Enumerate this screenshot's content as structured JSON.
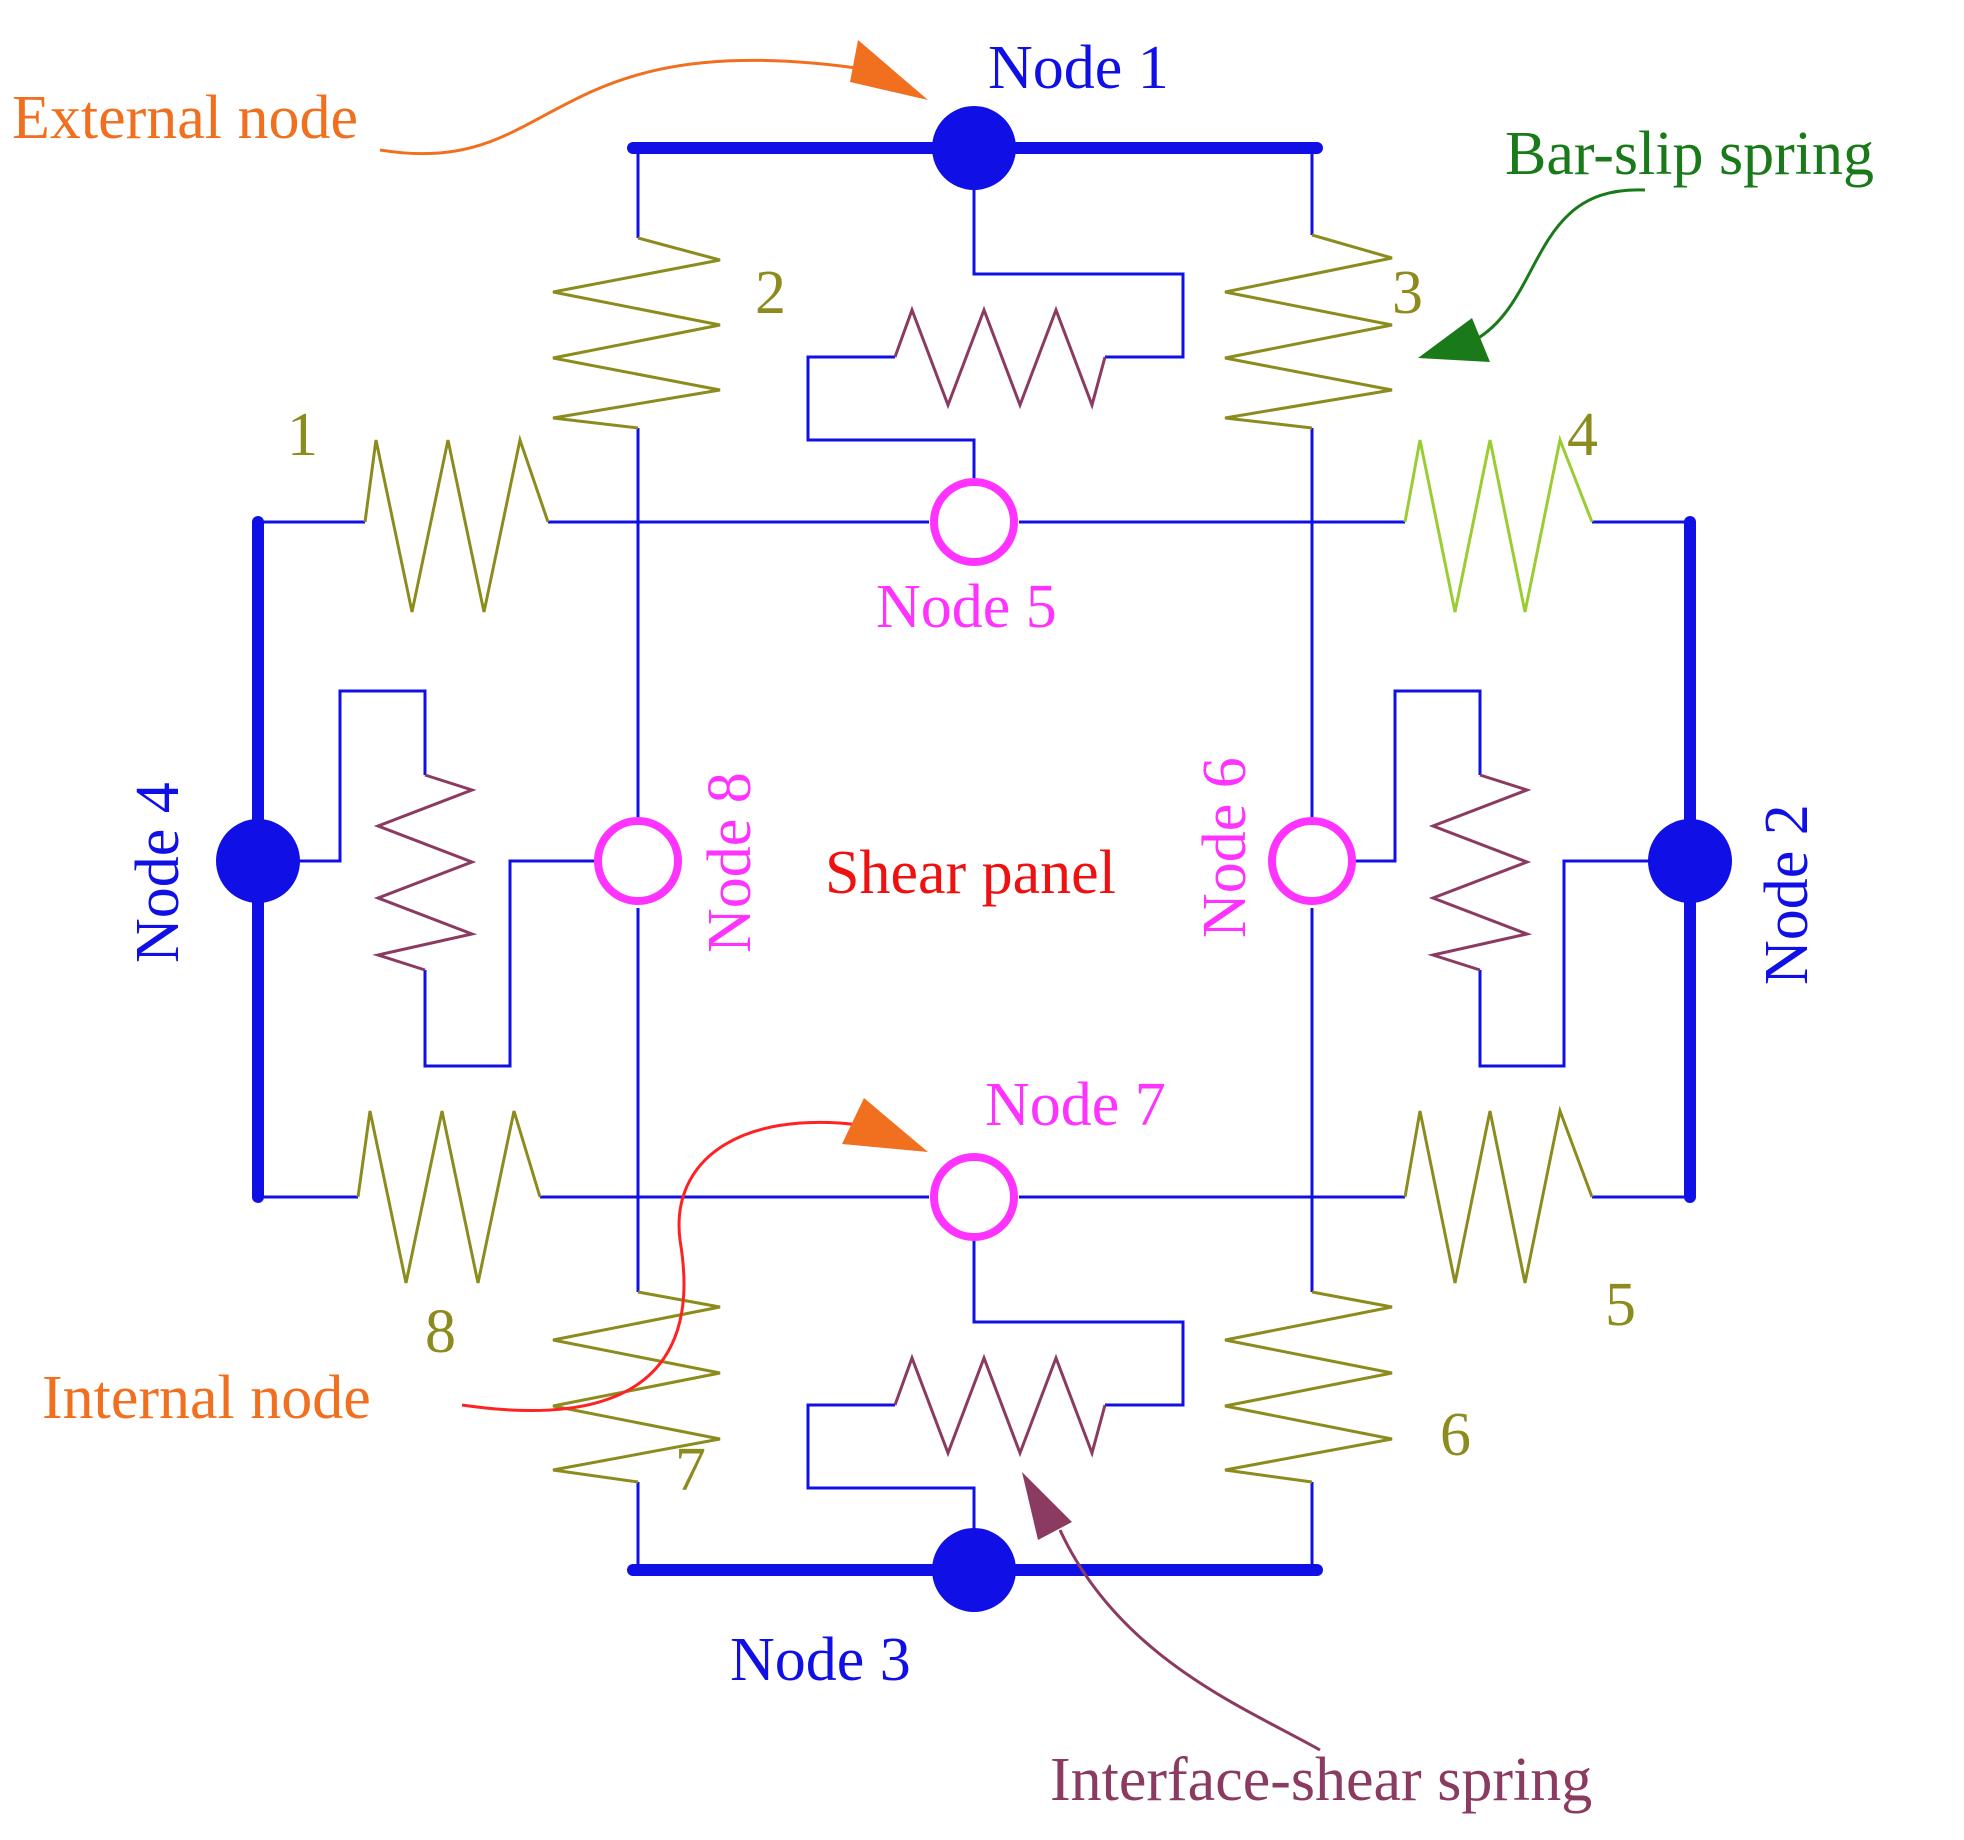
{
  "colors": {
    "frame": "#1010e6",
    "external_node": "#1010e6",
    "internal_node": "#ff33ff",
    "bar_slip_spring": "#8c8c1e",
    "bar_slip_spring_highlight": "#9acd32",
    "interface_shear_spring": "#8b3a62",
    "shear_panel": "#ee1111",
    "label_external": "#f07020",
    "label_bar_slip": "#1a7a1a",
    "label_internal": "#f07020",
    "label_interface": "#8b3a62",
    "arrow_external": "#f07020",
    "arrow_bar_slip": "#1a7a1a",
    "arrow_internal": "#ff2222",
    "arrow_interface": "#8b3a62"
  },
  "external_nodes": {
    "node1": "Node 1",
    "node2": "Node 2",
    "node3": "Node 3",
    "node4": "Node 4"
  },
  "internal_nodes": {
    "node5": "Node 5",
    "node6": "Node 6",
    "node7": "Node 7",
    "node8": "Node 8"
  },
  "spring_numbers": [
    "1",
    "2",
    "3",
    "4",
    "5",
    "6",
    "7",
    "8"
  ],
  "center_label": "Shear panel",
  "callouts": {
    "external_node": "External node",
    "bar_slip_spring": "Bar-slip spring",
    "internal_node": "Internal node",
    "interface_shear_spring": "Interface-shear spring"
  }
}
